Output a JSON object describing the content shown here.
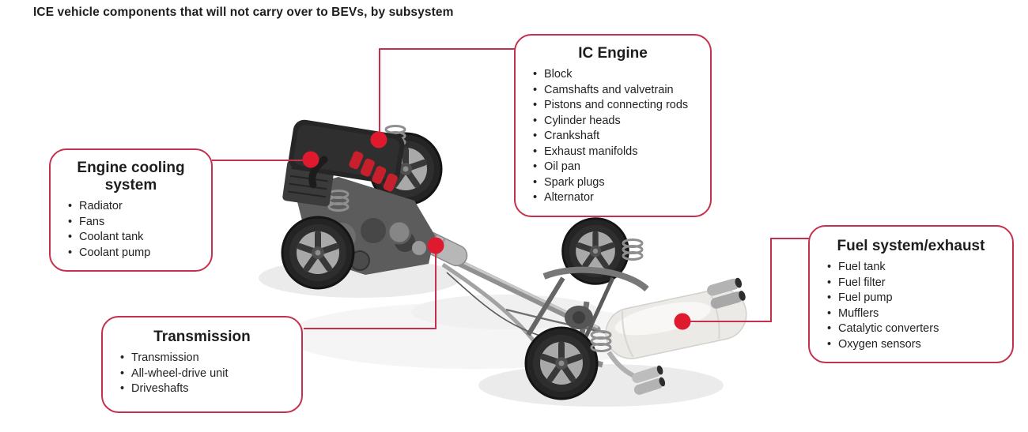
{
  "title": "ICE vehicle components that will not carry over to BEVs, by subsystem",
  "colors": {
    "box_border": "#c4304d",
    "leader_line": "#c4304d",
    "marker_dot": "#e01a2e",
    "title_text": "#1d1d1d",
    "body_text": "#222222",
    "engine_accent": "#c5202b"
  },
  "callouts": {
    "engine_cooling": {
      "title": "Engine cooling system",
      "items": [
        "Radiator",
        "Fans",
        "Coolant tank",
        "Coolant pump"
      ]
    },
    "ic_engine": {
      "title": "IC Engine",
      "items": [
        "Block",
        "Camshafts and valvetrain",
        "Pistons and connecting rods",
        "Cylinder heads",
        "Crankshaft",
        "Exhaust manifolds",
        "Oil pan",
        "Spark plugs",
        "Alternator"
      ]
    },
    "transmission": {
      "title": "Transmission",
      "items": [
        "Transmission",
        "All-wheel-drive unit",
        "Driveshafts"
      ]
    },
    "fuel_exhaust": {
      "title": "Fuel system/exhaust",
      "items": [
        "Fuel tank",
        "Fuel filter",
        "Fuel pump",
        "Mufflers",
        "Catalytic converters",
        "Oxygen sensors"
      ]
    }
  }
}
